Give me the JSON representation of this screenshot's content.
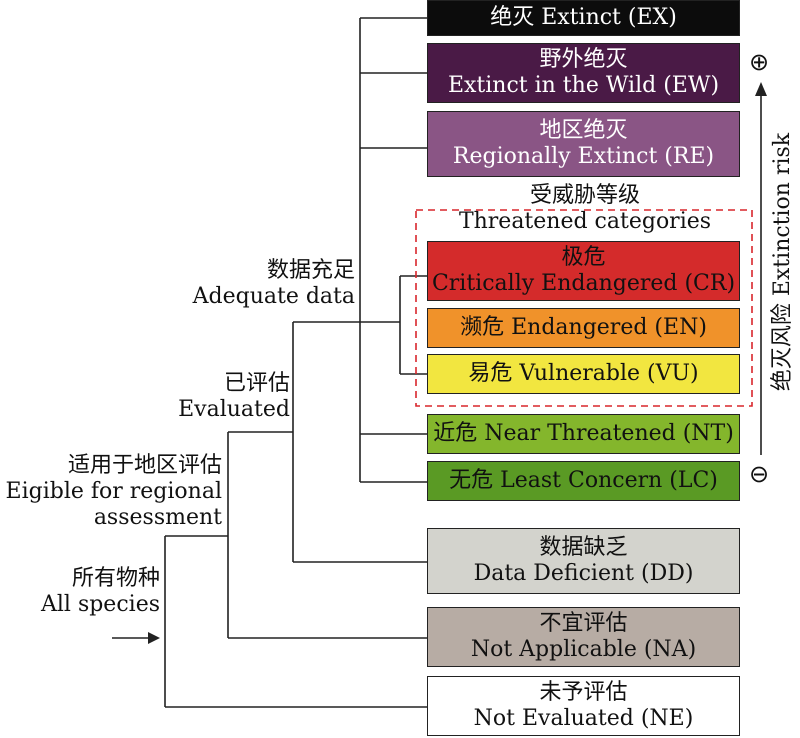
{
  "categories": {
    "ex": {
      "zh": "绝灭",
      "en": "Extinct  (EX)",
      "bg": "#0c0c0c",
      "fg": "#ffffff"
    },
    "ew": {
      "zh": "野外绝灭",
      "en": "Extinct in the Wild (EW)",
      "bg": "#4a1a46",
      "fg": "#ffffff"
    },
    "re": {
      "zh": "地区绝灭",
      "en": "Regionally Extinct (RE)",
      "bg": "#8a5585",
      "fg": "#ffffff"
    },
    "cr": {
      "zh": "极危",
      "en": "Critically Endangered (CR)",
      "bg": "#d42b2b",
      "fg": "#111111"
    },
    "en": {
      "zh": "濒危",
      "en": "Endangered (EN)",
      "bg": "#f0922a",
      "fg": "#111111"
    },
    "vu": {
      "zh": "易危",
      "en": "Vulnerable (VU)",
      "bg": "#f2e640",
      "fg": "#111111"
    },
    "nt": {
      "zh": "近危",
      "en": "Near Threatened (NT)",
      "bg": "#84b62c",
      "fg": "#111111"
    },
    "lc": {
      "zh": "无危",
      "en": "Least Concern (LC)",
      "bg": "#5a9a24",
      "fg": "#111111"
    },
    "dd": {
      "zh": "数据缺乏",
      "en": "Data Deficient (DD)",
      "bg": "#d3d3cd",
      "fg": "#111111"
    },
    "na": {
      "zh": "不宜评估",
      "en": "Not Applicable (NA)",
      "bg": "#b7aca4",
      "fg": "#111111"
    },
    "ne": {
      "zh": "未予评估",
      "en": "Not Evaluated (NE)",
      "bg": "#ffffff",
      "fg": "#111111"
    }
  },
  "labels": {
    "threatened_zh": "受威胁等级",
    "threatened_en": "Threatened categories",
    "adequate_zh": "数据充足",
    "adequate_en": "Adequate data",
    "evaluated_zh": "已评估",
    "evaluated_en": "Evaluated",
    "eligible_zh": "适用于地区评估",
    "eligible_en1": "Eigible for regional",
    "eligible_en2": "assessment",
    "all_zh": "所有物种",
    "all_en": "All species",
    "risk_axis": "绝灭风险 Extinction risk",
    "plus": "⊕",
    "minus": "⊖"
  },
  "colors": {
    "threatened_border": "#d9262c",
    "line": "#222222"
  }
}
